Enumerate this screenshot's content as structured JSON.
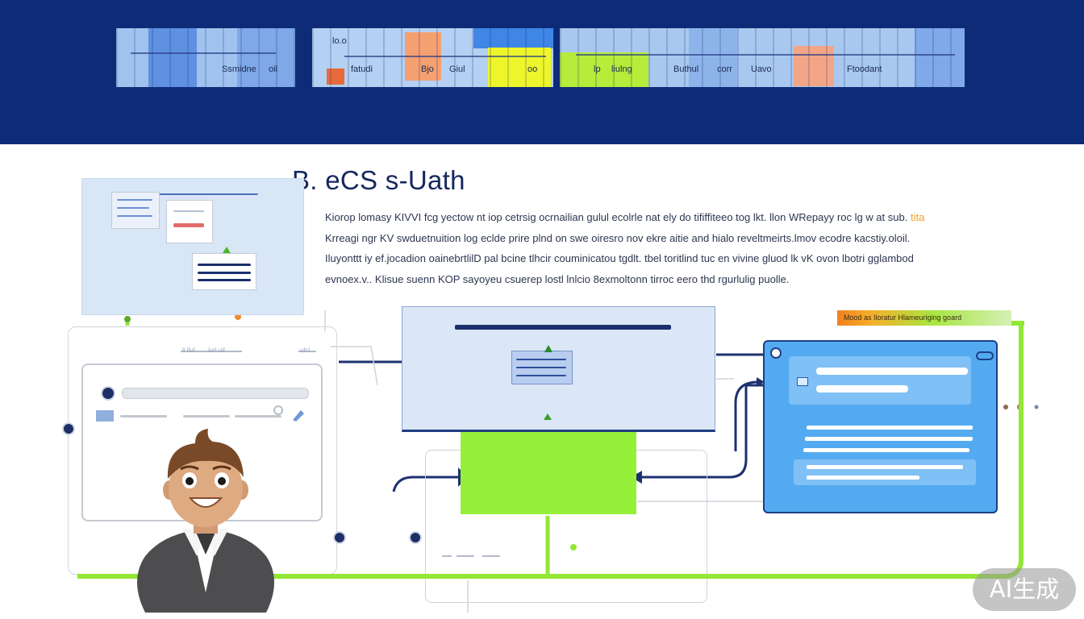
{
  "banner": {
    "labels": [
      "Ssmidne",
      "oil",
      "lo.o",
      "fatudi",
      "Bjo",
      "Giul",
      "oo",
      "lp",
      "liulng",
      "Buthul",
      "corr",
      "Uavo",
      "Ftoodant"
    ]
  },
  "heading": {
    "title": "B. eCS s-Uath"
  },
  "paragraph": {
    "line1": "Kiorop lomasy KIVVI fcg yectow nt iop cetrsig ocrnailian gulul ecolrle nat ely do tififfiteeo tog lkt. llon WRepayy roc lg w at sub.",
    "line1_accent": "tita",
    "line2": "Krreagi ngr KV swduetnuition log eclde prire plnd on swe oiresro nov ekre aitie and hialo reveltmeirts.lmov ecodre kacstiy.oloil.",
    "line3": "Iluyonttt iy ef.jocadion oainebrtlilD pal bcine tlhcir couminicatou tgdlt. tbel toritlind tuc en vivine gluod lk vK ovon lbotri gglambod",
    "line4": "evnoex.v.. Klisue suenn KOP sayoyeu csuerep lostl lnlcio 8exmoltonn tirroc eero thd rgurlulig puolle."
  },
  "tag": {
    "label": "Mood as Iloratur Hlameuriging goard"
  },
  "left_panel": {
    "header_labels": [
      "li llul",
      "iuri uil",
      "ulcl"
    ]
  },
  "watermark": {
    "label": "AI生成"
  },
  "colors": {
    "banner": "#0e2b78",
    "accent_green": "#93e735",
    "panel_blue": "#54aaf0",
    "panel_light": "#d9e6f6",
    "navy": "#1b2f6e",
    "accent_orange": "#f28020"
  }
}
